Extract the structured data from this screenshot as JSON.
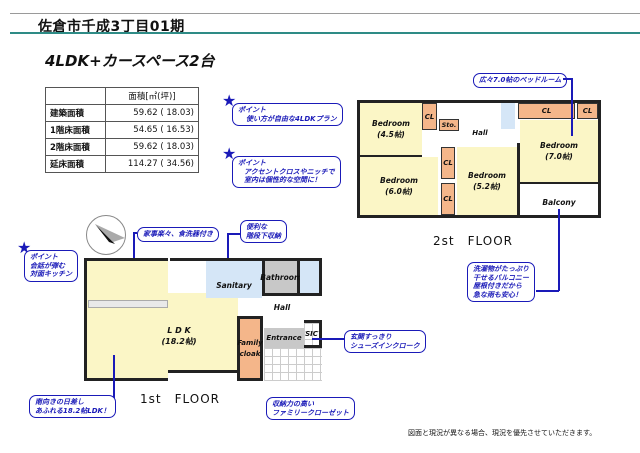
{
  "header": {
    "title": "佐倉市千成3丁目01期",
    "subtitle": "4LDK+カースペース2台"
  },
  "area_table": {
    "header": "面積[㎡(坪)]",
    "rows": [
      {
        "label": "建築面積",
        "value": "59.62 ( 18.03)"
      },
      {
        "label": "1階床面積",
        "value": "54.65 ( 16.53)"
      },
      {
        "label": "2階床面積",
        "value": "59.62 ( 18.03)"
      },
      {
        "label": "延床面積",
        "value": "114.27 ( 34.56)"
      }
    ]
  },
  "notes": {
    "point1_title": "ポイント",
    "point1_text": "使い方が自由な4LDKプラン",
    "point2_title": "ポイント",
    "point2_line1": "アクセントクロスやニッチで",
    "point2_line2": "室内は個性的な空間に！",
    "point3_title": "ポイント",
    "point3_line1": "会話が弾む",
    "point3_line2": "対面キッチン",
    "bedroom_note": "広々7.0帖のベッドルーム",
    "balcony_line1": "洗濯物がたっぷり",
    "balcony_line2": "干せるバルコニー",
    "balcony_line3": "屋根付きだから",
    "balcony_line4": "急な雨も安心！",
    "kitchen_note": "家事楽々、食洗器付き",
    "stair_line1": "便利な",
    "stair_line2": "階段下収納",
    "ldk_line1": "南向きの日差し",
    "ldk_line2": "あふれる18.2帖LDK！",
    "sic_line1": "玄関すっきり",
    "sic_line2": "シューズインクローク",
    "fc_line1": "収納力の高い",
    "fc_line2": "ファミリークローゼット"
  },
  "floor2": {
    "label": "2st　FLOOR",
    "rooms": {
      "bed1_name": "Bedroom",
      "bed1_size": "(4.5帖)",
      "bed2_name": "Bedroom",
      "bed2_size": "(6.0帖)",
      "bed3_name": "Bedroom",
      "bed3_size": "(5.2帖)",
      "bed4_name": "Bedroom",
      "bed4_size": "(7.0帖)",
      "hall": "Hall",
      "sto": "Sto.",
      "balcony": "Balcony",
      "cl": "CL"
    }
  },
  "floor1": {
    "label": "1st　FLOOR",
    "rooms": {
      "ldk_name": "L D K",
      "ldk_size": "(18.2帖)",
      "sanitary": "Sanitary",
      "bathroom": "Bathroom",
      "hall": "Hall",
      "entrance": "Entrance",
      "sic": "SIC",
      "family": "Family",
      "cloak": "cloak"
    }
  },
  "footer": "図面と現況が異なる場合、現況を優先させていただきます。"
}
